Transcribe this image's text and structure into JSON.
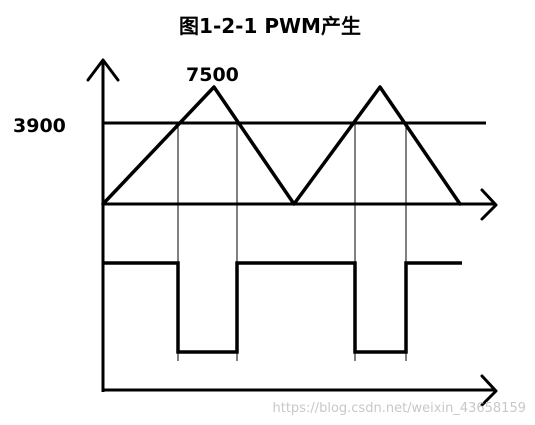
{
  "title": "图1-2-1 PWM产生",
  "labels": {
    "peak_value": "7500",
    "threshold_value": "3900"
  },
  "watermark": "https://blog.csdn.net/weixin_43658159",
  "colors": {
    "ink": "#000000",
    "guide": "#000000",
    "watermark": "#c8c8c8"
  }
}
